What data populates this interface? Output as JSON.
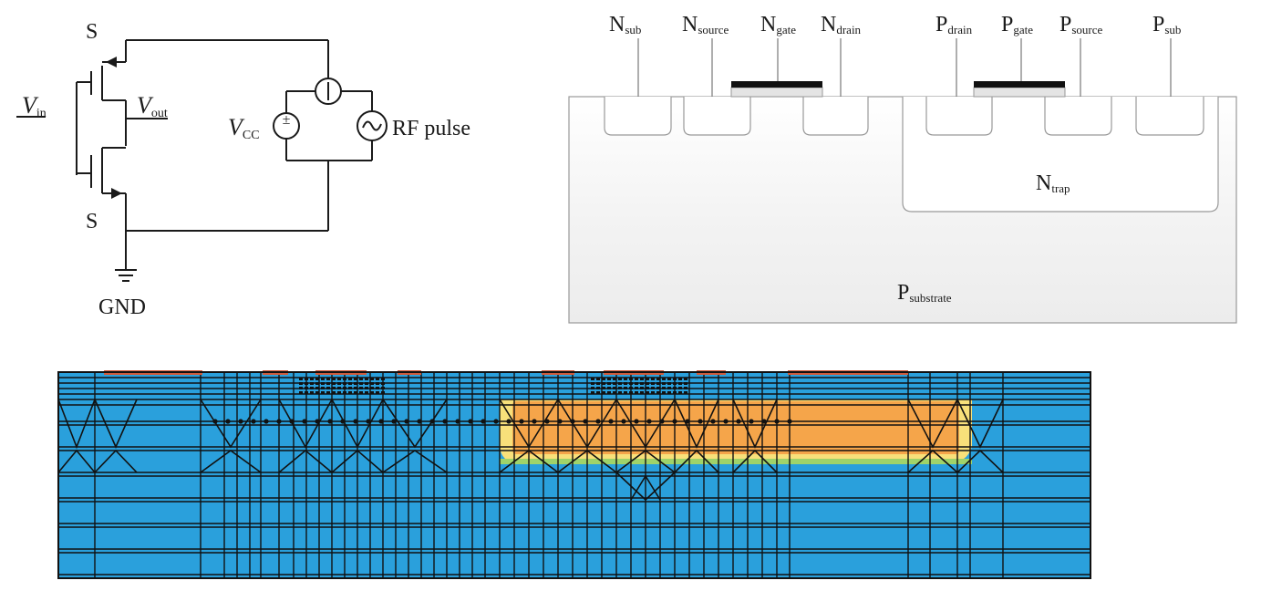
{
  "circuit": {
    "source_top": "S",
    "source_bottom": "S",
    "vin": {
      "main": "V",
      "sub": "in"
    },
    "vout": {
      "main": "V",
      "sub": "out"
    },
    "vcc": {
      "main": "V",
      "sub": "CC"
    },
    "rf_label": "RF pulse",
    "gnd_label": "GND"
  },
  "cross_section": {
    "terminals": [
      {
        "main": "N",
        "sub": "sub"
      },
      {
        "main": "N",
        "sub": "source"
      },
      {
        "main": "N",
        "sub": "gate"
      },
      {
        "main": "N",
        "sub": "drain"
      },
      {
        "main": "P",
        "sub": "drain"
      },
      {
        "main": "P",
        "sub": "gate"
      },
      {
        "main": "P",
        "sub": "source"
      },
      {
        "main": "P",
        "sub": "sub"
      }
    ],
    "ntrap": {
      "main": "N",
      "sub": "trap"
    },
    "psubstrate": {
      "main": "P",
      "sub": "substrate"
    }
  },
  "mesh": {
    "colors": {
      "substrate": "#2aa0dc",
      "hot": "#f5a54a",
      "warm": "#f8e07a",
      "contact": "#d05a3a",
      "grid": "#111111"
    }
  }
}
